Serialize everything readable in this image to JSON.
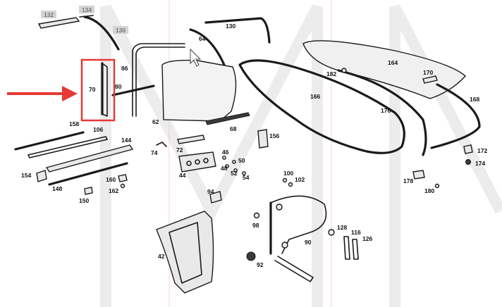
{
  "diagram": {
    "part_numbers": {
      "p132": "132",
      "p134": "134",
      "p136": "136",
      "p64": "64",
      "p130": "130",
      "p86": "86",
      "p70": "70",
      "p80": "80",
      "p164": "164",
      "p182": "182",
      "p170": "170",
      "p166": "166",
      "p176": "176",
      "p168": "168",
      "p62": "62",
      "p158": "158",
      "p106": "106",
      "p144": "144",
      "p68": "68",
      "p156": "156",
      "p74": "74",
      "p72": "72",
      "p46": "46",
      "p50": "50",
      "p48": "48",
      "p52": "52",
      "p54": "54",
      "p44": "44",
      "p154": "154",
      "p148": "148",
      "p160": "160",
      "p162": "162",
      "p150": "150",
      "p94": "94",
      "p100": "100",
      "p102": "102",
      "p172": "172",
      "p174": "174",
      "p178": "178",
      "p180": "180",
      "p98": "98",
      "p128": "128",
      "p116": "116",
      "p126": "126",
      "p42": "42",
      "p90": "90",
      "p92": "92"
    },
    "highlight": {
      "color": "#e53935",
      "target": "70"
    },
    "colors": {
      "ink": "#1a1a1a",
      "highlight": "#e53935"
    }
  }
}
